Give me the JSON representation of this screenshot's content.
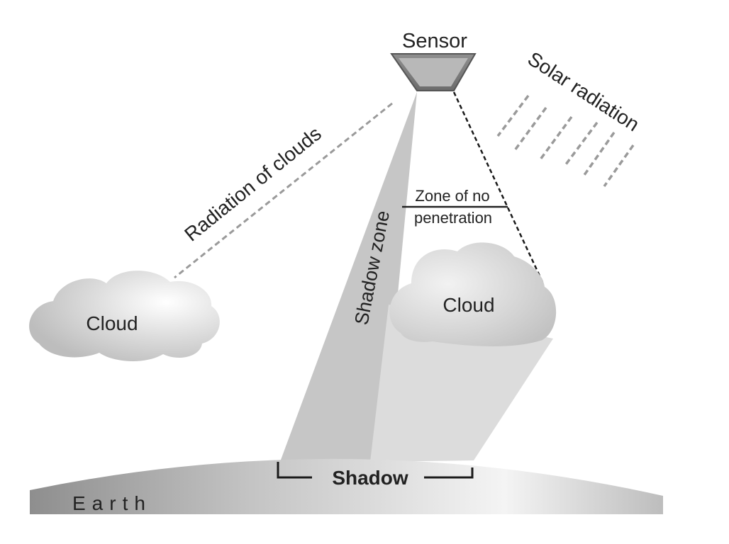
{
  "labels": {
    "sensor": "Sensor",
    "solar_radiation": "Solar radiation",
    "radiation_of_clouds": "Radiation of clouds",
    "zone_line1": "Zone of no",
    "zone_line2": "penetration",
    "shadow_zone": "Shadow zone",
    "cloud_left": "Cloud",
    "cloud_right": "Cloud",
    "shadow": "Shadow",
    "earth": "Earth"
  }
}
